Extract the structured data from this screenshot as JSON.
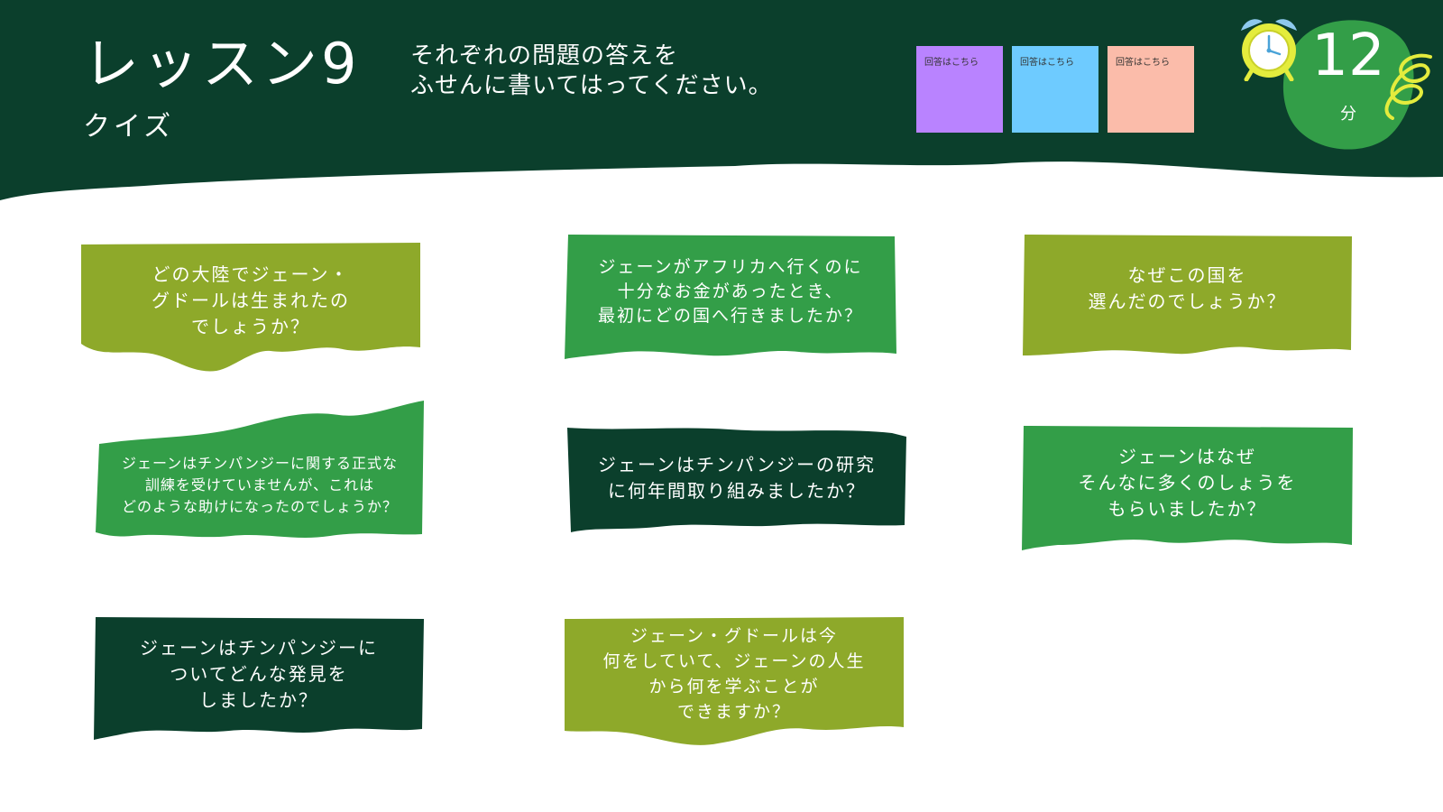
{
  "header": {
    "title": "レッスン9",
    "subtitle": "クイズ",
    "instruction_line1": "それぞれの問題の答えを",
    "instruction_line2": "ふせんに書いてはってください。"
  },
  "sticky_notes": [
    {
      "label": "回答はこちら",
      "color": "#b983ff"
    },
    {
      "label": "回答はこちら",
      "color": "#6ecbff"
    },
    {
      "label": "回答はこちら",
      "color": "#fbbcaa"
    }
  ],
  "timer": {
    "value": "12",
    "unit": "分"
  },
  "colors": {
    "header_bg": "#0b3f2c",
    "dark_green": "#0b3f2c",
    "mid_green": "#339e48",
    "olive_green": "#8ea92a",
    "timer_blob": "#339e48",
    "clock_yellow": "#e4ec3d",
    "clock_blue": "#8ec9ee"
  },
  "questions": [
    {
      "text": "どの大陸でジェーン・\nグドールは生まれたの\nでしょうか？",
      "color": "#8ea92a"
    },
    {
      "text": "ジェーンがアフリカへ行くのに\n十分なお金があったとき、\n最初にどの国へ行きましたか？",
      "color": "#339e48"
    },
    {
      "text": "なぜこの国を\n選んだのでしょうか？",
      "color": "#8ea92a"
    },
    {
      "text": "ジェーンはチンパンジーに関する正式な\n訓練を受けていませんが、これは\nどのような助けになったのでしょうか？",
      "color": "#339e48"
    },
    {
      "text": "ジェーンはチンパンジーの研究\nに何年間取り組みましたか？",
      "color": "#0b3f2c"
    },
    {
      "text": "ジェーンはなぜ\nそんなに多くのしょうを\nもらいましたか？",
      "color": "#339e48"
    },
    {
      "text": "ジェーンはチンパンジーに\nついてどんな発見を\nしましたか？",
      "color": "#0b3f2c"
    },
    {
      "text": "ジェーン・グドールは今\n何をしていて、ジェーンの人生\nから何を学ぶことが\nできますか？",
      "color": "#8ea92a"
    }
  ]
}
